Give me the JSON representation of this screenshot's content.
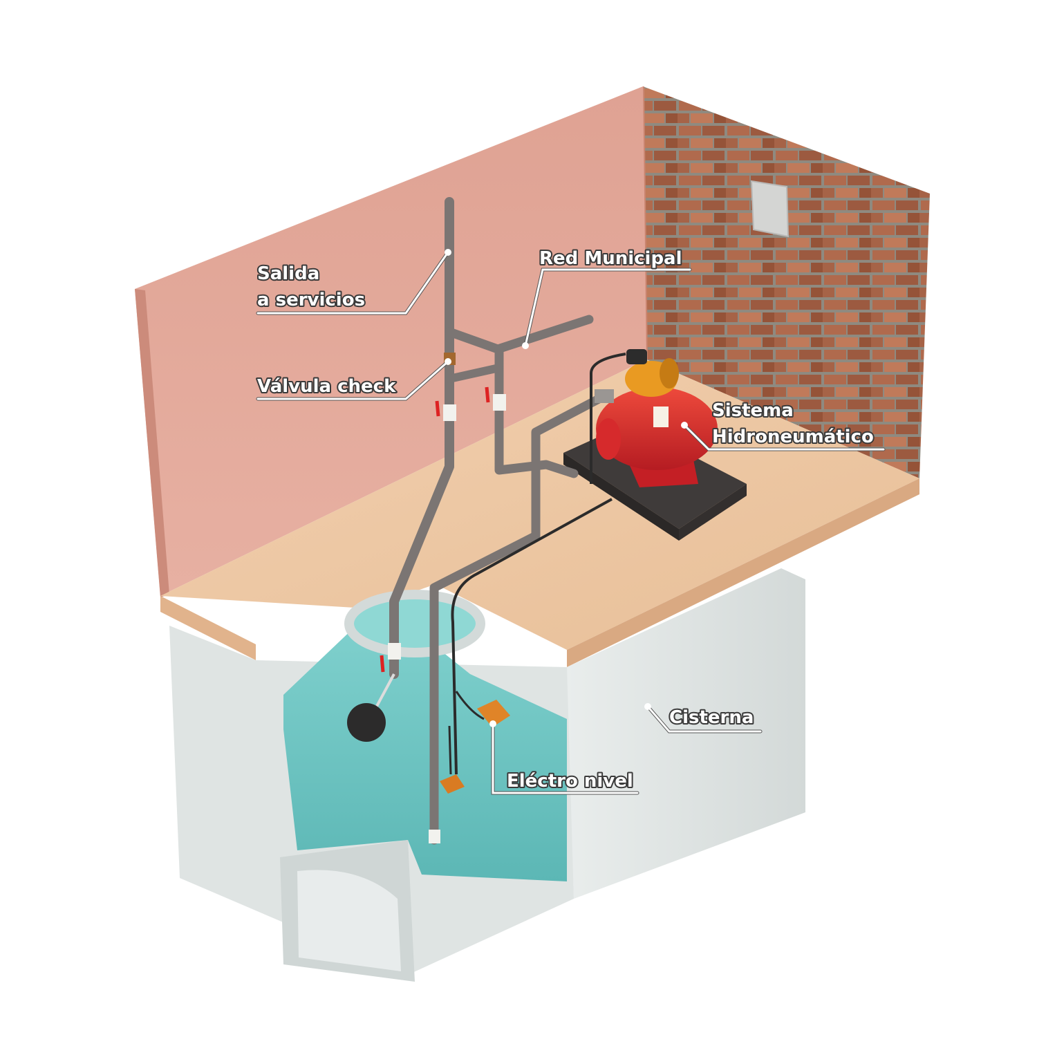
{
  "labels": {
    "salida_line1": "Salida",
    "salida_line2": "a servicios",
    "red_municipal": "Red Municipal",
    "valvula_check": "Válvula check",
    "sistema_line1": "Sistema",
    "sistema_line2": "Hidroneumático",
    "cisterna": "Cisterna",
    "electro_nivel": "Eléctro nivel"
  },
  "colors": {
    "label_text": "#ffffff",
    "label_outline": "#3a3a3a",
    "pink_wall": "#e2a595",
    "floor": "#efc9a6",
    "brick": "#a8654a",
    "water": "#6fc6c4",
    "cistern": "#e4e8e7",
    "pipe": "#7b7573",
    "tank_red": "#d8262a",
    "pump_orange": "#e99a22"
  }
}
